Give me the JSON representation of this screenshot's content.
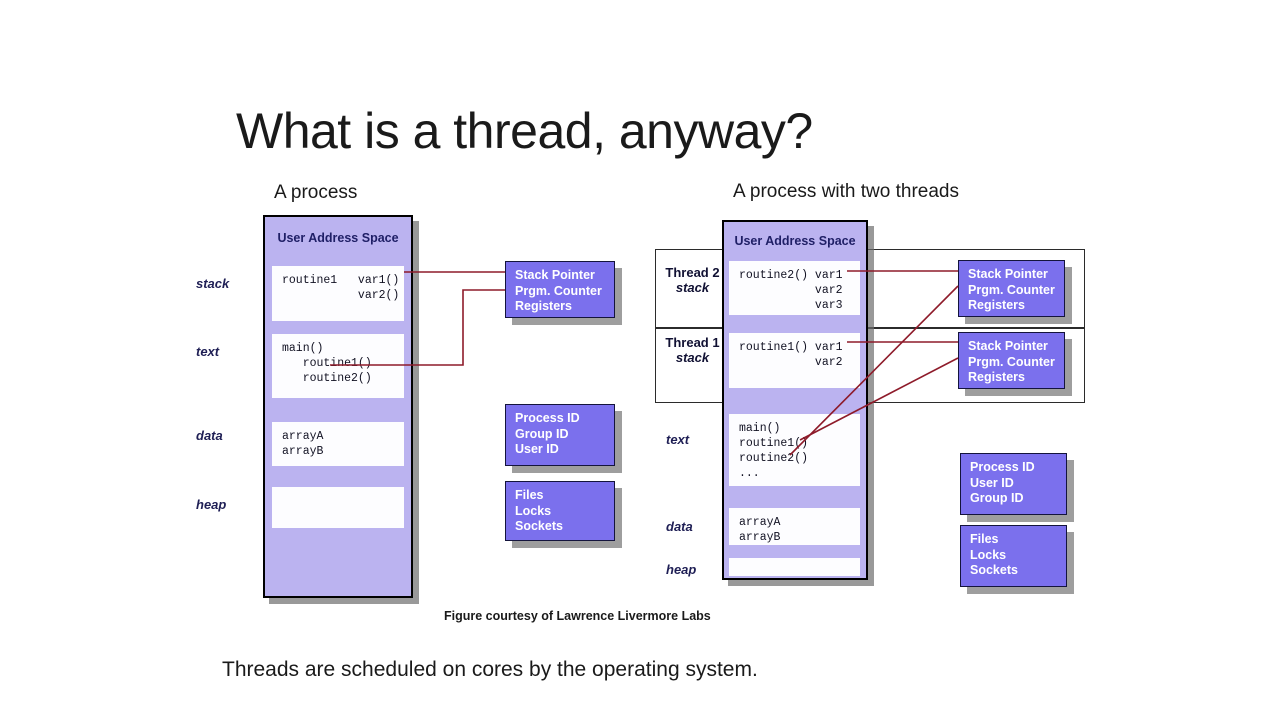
{
  "slide": {
    "title": "What is a thread, anyway?",
    "figure_credit": "Figure courtesy of Lawrence Livermore Labs",
    "bottom_note": "Threads are scheduled on cores by the operating system."
  },
  "colors": {
    "lavender_fill": "#bbb3f0",
    "cell_white": "#fdfdff",
    "info_purple": "#7b70ed",
    "connector_red": "#8e1b2a",
    "frame_black": "#000000",
    "label_navy": "#1f1f55"
  },
  "left_diagram": {
    "caption": "A process",
    "address_space_title": "User Address Space",
    "row_labels": [
      "stack",
      "text",
      "data",
      "heap"
    ],
    "cells": [
      "routine1   var1()\n           var2()",
      "main()\n   routine1()\n   routine2()",
      "arrayA\narrayB",
      ""
    ],
    "info_boxes": [
      {
        "name": "registers",
        "lines": "Stack Pointer\nPrgm. Counter\nRegisters"
      },
      {
        "name": "ids",
        "lines": "Process ID\nGroup ID\nUser ID"
      },
      {
        "name": "resources",
        "lines": "Files\nLocks\nSockets"
      }
    ]
  },
  "right_diagram": {
    "caption": "A process with two threads",
    "address_space_title": "User Address Space",
    "thread_rows": [
      {
        "name": "Thread 2",
        "sub": "stack",
        "cell": "routine2() var1\n           var2\n           var3"
      },
      {
        "name": "Thread 1",
        "sub": "stack",
        "cell": "routine1() var1\n           var2"
      }
    ],
    "row_labels": [
      "text",
      "data",
      "heap"
    ],
    "cells": [
      "main()\nroutine1()\nroutine2()\n...",
      "arrayA\narrayB",
      ""
    ],
    "info_boxes": [
      {
        "name": "registers-thread-2",
        "lines": "Stack Pointer\nPrgm. Counter\nRegisters"
      },
      {
        "name": "registers-thread-1",
        "lines": "Stack Pointer\nPrgm. Counter\nRegisters"
      },
      {
        "name": "ids",
        "lines": "Process ID\nUser ID\nGroup ID"
      },
      {
        "name": "resources",
        "lines": "Files\nLocks\nSockets"
      }
    ]
  }
}
